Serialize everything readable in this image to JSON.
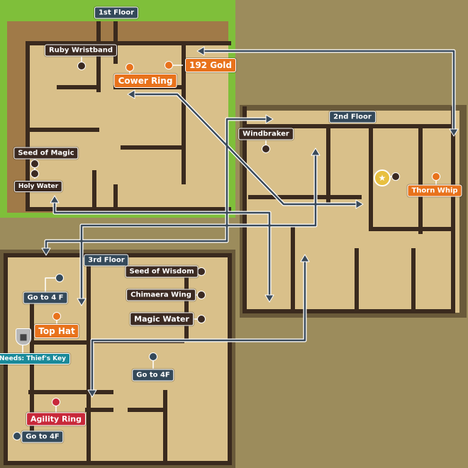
{
  "floors": {
    "first": "1st Floor",
    "second": "2nd Floor",
    "third": "3rd Floor"
  },
  "items": {
    "ruby_wristband": "Ruby Wristband",
    "cower_ring": "Cower Ring",
    "gold": "192 Gold",
    "seed_of_magic": "Seed of Magic",
    "holy_water": "Holy Water",
    "windbraker": "Windbraker",
    "thorn_whip": "Thorn Whip",
    "seed_of_wisdom": "Seed of Wisdom",
    "chimaera_wing": "Chimaera Wing",
    "magic_water": "Magic Water",
    "top_hat": "Top Hat",
    "agility_ring": "Agility Ring"
  },
  "stairs": {
    "a": "Go to 4 F",
    "b": "Go to 4F",
    "c": "Go to 4F"
  },
  "lock": {
    "label": "Needs: Thief's Key",
    "icon": "lock-icon"
  },
  "medal_icon": "mini-medal-icon",
  "colors": {
    "rare": "#e8721c",
    "key_item": "#c8283a",
    "normal": "#3b2a22",
    "floor_tag": "#34495a",
    "locked": "#1a8a9a",
    "arrow": "#3a4a5a"
  }
}
